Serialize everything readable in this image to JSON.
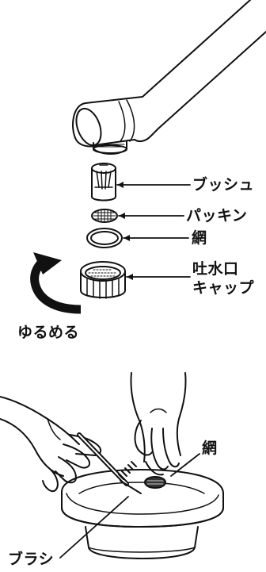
{
  "labels": {
    "bush": "ブッシュ",
    "packing": "パッキン",
    "net": "網",
    "cap_line1": "吐水口",
    "cap_line2": "キャップ",
    "loosen": "ゆるめる",
    "net2": "網",
    "brush": "ブラシ"
  },
  "colors": {
    "ink": "#111111",
    "paper": "#ffffff"
  }
}
